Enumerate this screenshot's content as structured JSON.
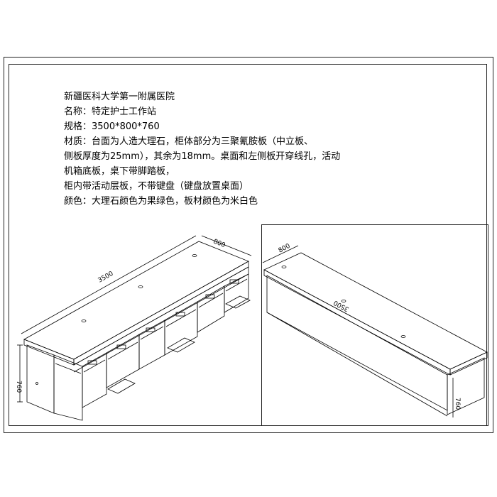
{
  "spec": {
    "hospital": "新疆医科大学第一附属医院",
    "name_line": "名称：特定护士工作站",
    "size_line": "规格：3500*800*760",
    "material_line1": "材质：台面为人造大理石，柜体部分为三聚氰胺板（中立板、",
    "material_line2": "侧板厚度为25mm），其余为18mm。桌面和左侧板开穿线孔，活动",
    "material_line3": "机箱底板，桌下带脚踏板，",
    "material_line4": "柜内带活动层板，不带键盘（键盘放置桌面）",
    "color_line": "颜色：大理石颜色为果绿色，板材颜色为米白色"
  },
  "dimensions": {
    "length": "3500",
    "depth": "800",
    "height": "760"
  },
  "colors": {
    "line": "#000000",
    "background": "#ffffff"
  }
}
